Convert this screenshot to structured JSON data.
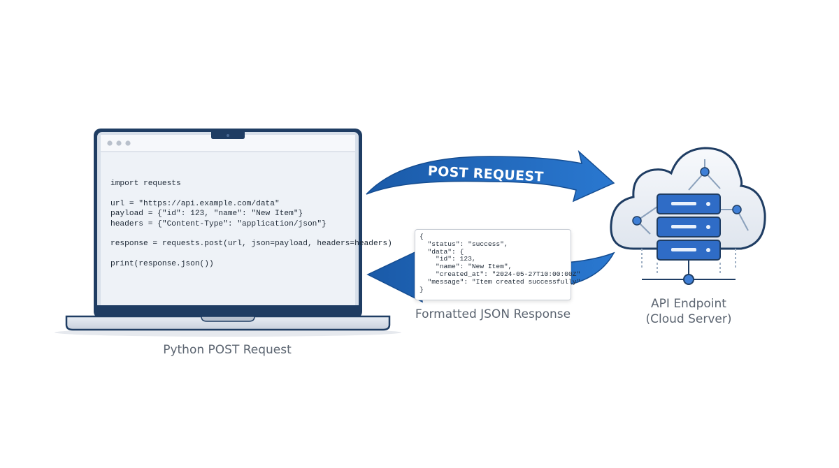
{
  "code_lines": [
    "import requests",
    "",
    "url = \"https://api.example.com/data\"",
    "payload = {\"id\": 123, \"name\": \"New Item\"}",
    "headers = {\"Content-Type\": \"application/json\"}",
    "",
    "response = requests.post(url, json=payload, headers=headers)",
    "",
    "print(response.json())"
  ],
  "request_arrow_label": "POST REQUEST",
  "json_lines": [
    "{",
    "  \"status\": \"success\",",
    "  \"data\": {",
    "    \"id\": 123,",
    "    \"name\": \"New Item\",",
    "    \"created_at\": \"2024-05-27T10:00:00Z\"",
    "  \"message\": \"Item created successfully\"",
    "}"
  ],
  "captions": {
    "laptop": "Python POST Request",
    "json": "Formatted JSON Response",
    "api_line1": "API Endpoint",
    "api_line2": "(Cloud Server)"
  },
  "colors": {
    "arrow_blue": "#1e63b4",
    "laptop_frame": "#1f3d63",
    "screen_bg": "#eef2f7",
    "server_blue": "#2f6cc6"
  },
  "icons": {
    "laptop": "laptop-icon",
    "cloud_server": "cloud-server-icon"
  }
}
